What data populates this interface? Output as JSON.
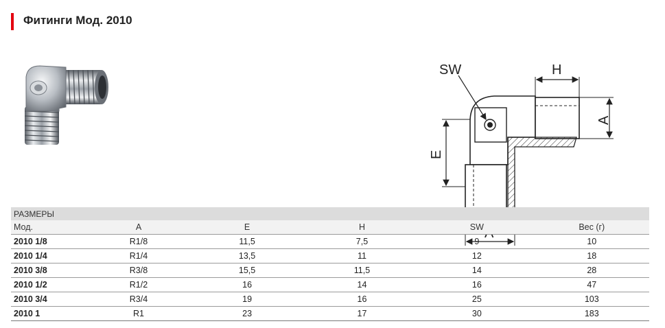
{
  "header": {
    "title": "Фитинги Мод. 2010",
    "accent_color": "#e3000f"
  },
  "drawing": {
    "labels": {
      "sw": "SW",
      "h": "H",
      "a_right": "A",
      "e": "E",
      "a_bottom": "A"
    }
  },
  "table": {
    "section_label": "РАЗМЕРЫ",
    "columns": [
      "Мод.",
      "A",
      "E",
      "H",
      "SW",
      "Вес (г)"
    ],
    "rows": [
      [
        "2010 1/8",
        "R1/8",
        "11,5",
        "7,5",
        "9",
        "10"
      ],
      [
        "2010 1/4",
        "R1/4",
        "13,5",
        "11",
        "12",
        "18"
      ],
      [
        "2010 3/8",
        "R3/8",
        "15,5",
        "11,5",
        "14",
        "28"
      ],
      [
        "2010 1/2",
        "R1/2",
        "16",
        "14",
        "16",
        "47"
      ],
      [
        "2010 3/4",
        "R3/4",
        "19",
        "16",
        "25",
        "103"
      ],
      [
        "2010 1",
        "R1",
        "23",
        "17",
        "30",
        "183"
      ]
    ]
  }
}
